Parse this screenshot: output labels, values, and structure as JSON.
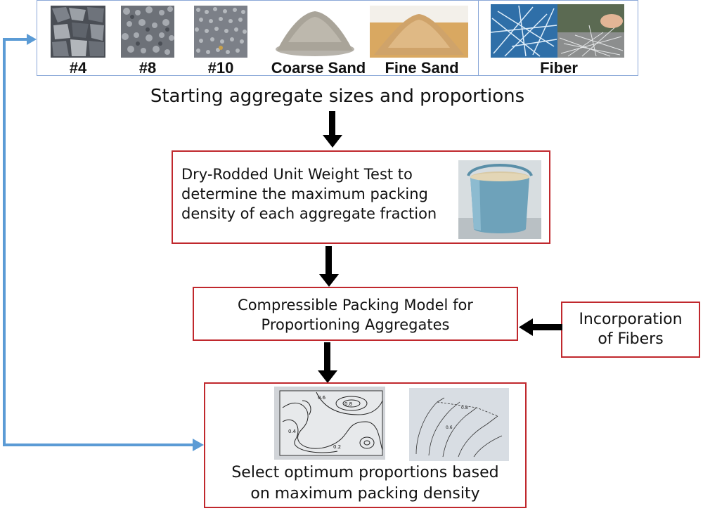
{
  "aggregates": {
    "no4": "#4",
    "no8": "#8",
    "no10": "#10",
    "coarse_sand": "Coarse Sand",
    "fine_sand": "Fine Sand",
    "fiber": "Fiber"
  },
  "caption_top": "Starting aggregate sizes and proportions",
  "step_drut": {
    "line1": "Dry-Rodded Unit Weight Test to",
    "line2": "determine the maximum packing",
    "line3": "density of each aggregate fraction"
  },
  "step_cpm": {
    "line1": "Compressible Packing Model for",
    "line2": "Proportioning Aggregates"
  },
  "step_fibers": {
    "line1": "Incorporation",
    "line2": "of Fibers"
  },
  "step_select": {
    "line1": "Select optimum proportions based",
    "line2": "on maximum packing density"
  },
  "contour_labels": [
    "0.8",
    "0.6",
    "0.4",
    "0.2",
    "0.8",
    "0.6"
  ],
  "colors": {
    "box_border": "#c0282d",
    "feedback_arrow": "#5b9bd5",
    "panel_border": "#8aa8d8"
  }
}
